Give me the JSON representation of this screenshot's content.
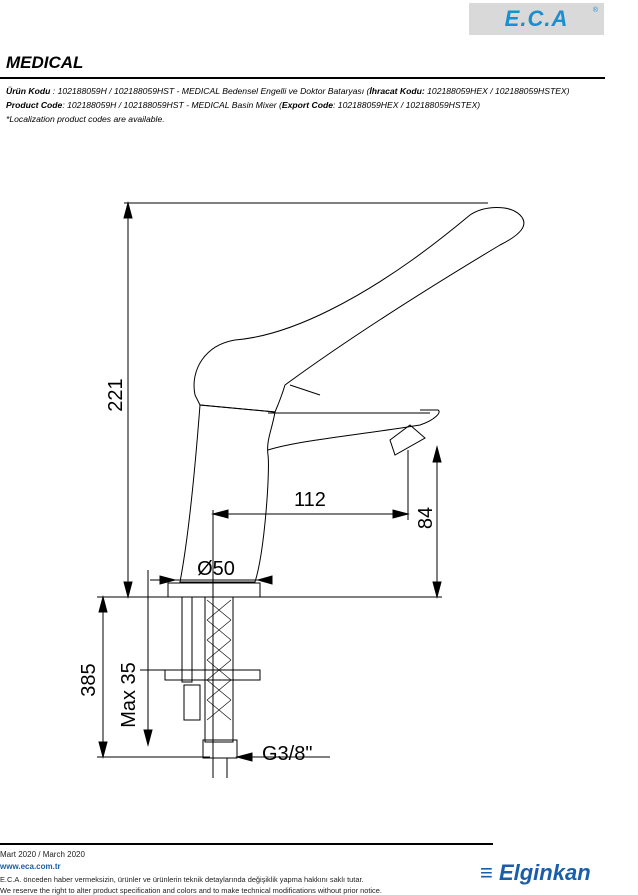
{
  "header": {
    "logo_text": "E.C.A",
    "registered": "®",
    "title": "MEDICAL"
  },
  "info": {
    "urun_kodu_label": "Ürün Kodu",
    "urun_kodu_value": "   : 102188059H / 102188059HST - MEDICAL Bedensel Engelli ve Doktor Bataryası (",
    "ihracat_label": "İhracat Kodu:",
    "ihracat_value": " 102188059HEX / 102188059HSTEX)",
    "product_code_label": "Product Code",
    "product_code_value": ": 102188059H / 102188059HST - MEDICAL Basin Mixer (",
    "export_label": "Export Code",
    "export_value": ": 102188059HEX / 102188059HSTEX)",
    "note": "*Localization product codes are available."
  },
  "drawing": {
    "dim_height": "221",
    "dim_reach": "112",
    "dim_spout": "84",
    "dim_diameter": "Ø50",
    "dim_below": "385",
    "dim_max": "Max 35",
    "dim_thread": "G3/8\""
  },
  "footer": {
    "date": "Mart 2020 / March 2020",
    "website": "www.eca.com.tr",
    "disclaimer_tr": "E.C.A. önceden haber vermeksizin, ürünler ve ürünlerin teknik detaylarında değişiklik yapma hakkını saklı tutar.",
    "disclaimer_en": "We reserve the right to alter product specification and colors and to make technical modifications without prior notice.",
    "brand": "Elginkan"
  }
}
